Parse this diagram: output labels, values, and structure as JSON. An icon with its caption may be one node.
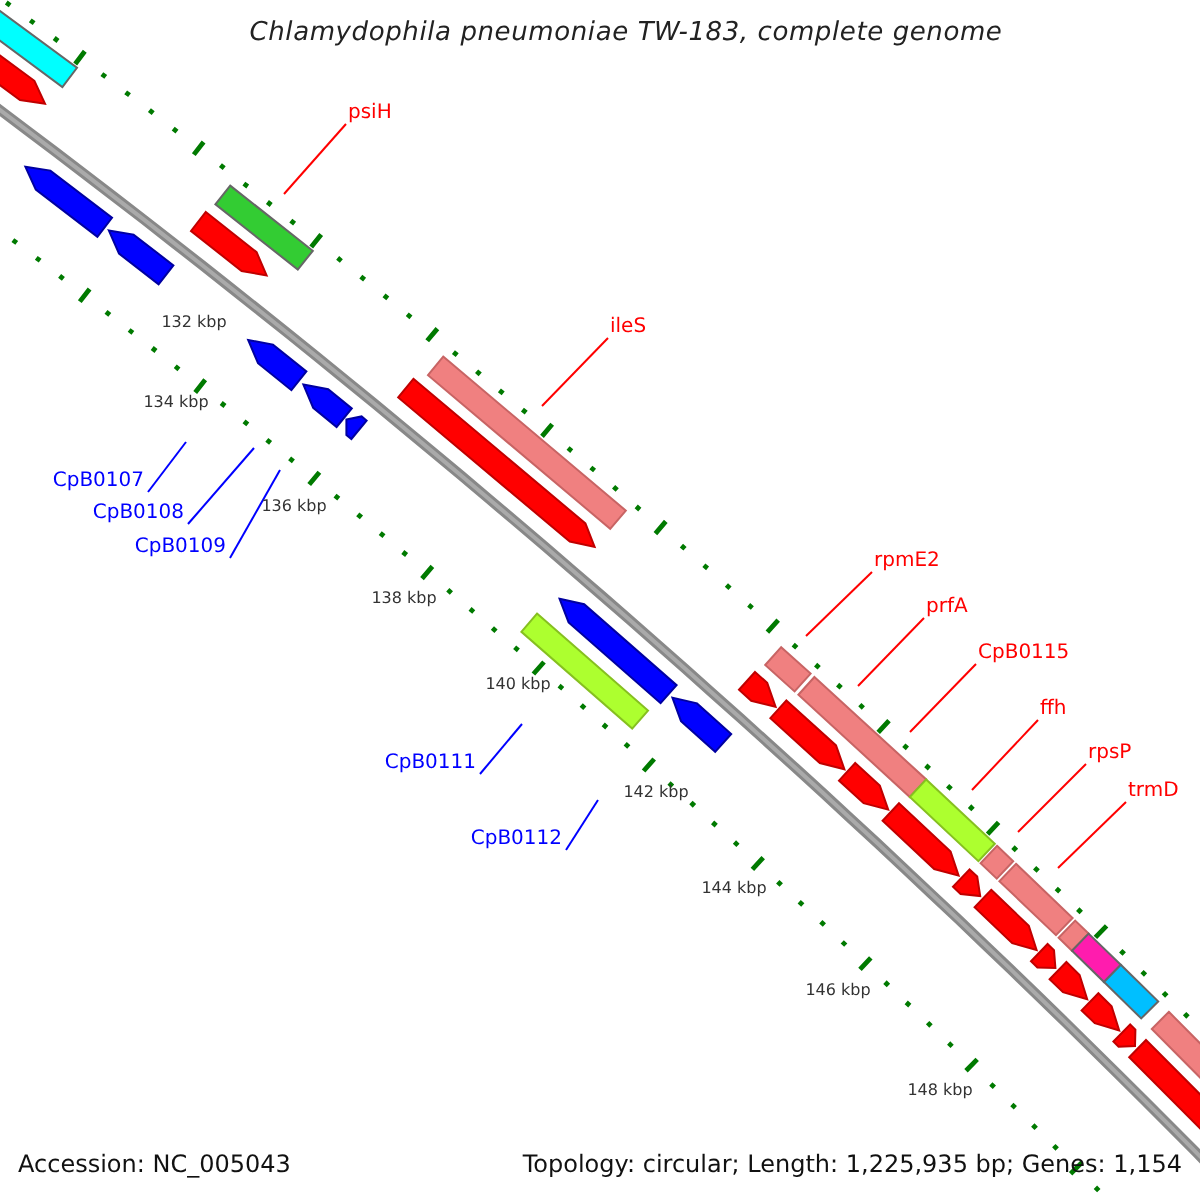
{
  "diagram": {
    "title": "Chlamydophila pneumoniae TW-183, complete genome",
    "nodes": [
      {
        "text": [
          "psiH"
        ]
      },
      {
        "text": [
          "ileS"
        ]
      },
      {
        "text": [
          "CpB0107"
        ]
      },
      {
        "text": [
          "CpB0108"
        ]
      },
      {
        "text": [
          "CpB0109"
        ]
      },
      {
        "text": [
          "rpmE2"
        ]
      },
      {
        "text": [
          "prfA"
        ]
      },
      {
        "text": [
          "CpB0115"
        ]
      },
      {
        "text": [
          "ffh"
        ]
      },
      {
        "text": [
          "rpsP"
        ]
      },
      {
        "text": [
          "CpB0111"
        ]
      },
      {
        "text": [
          "trmD"
        ]
      },
      {
        "text": [
          "CpB0112"
        ]
      }
    ],
    "edges": [
      {
        "from": 0,
        "to": null,
        "arrow": "none"
      },
      {
        "from": 1,
        "to": null,
        "arrow": "none"
      },
      {
        "from": 2,
        "to": null,
        "arrow": "none",
        "color": "#0000ff"
      },
      {
        "from": 3,
        "to": null,
        "arrow": "none",
        "color": "#0000ff"
      },
      {
        "from": 4,
        "to": null,
        "arrow": "none",
        "color": "#0000ff"
      },
      {
        "from": 5,
        "to": null,
        "arrow": "none"
      },
      {
        "from": 6,
        "to": null,
        "arrow": "none"
      },
      {
        "from": 7,
        "to": null,
        "arrow": "none"
      },
      {
        "from": 8,
        "to": null,
        "arrow": "none"
      },
      {
        "from": 9,
        "to": null,
        "arrow": "none"
      },
      {
        "from": 10,
        "to": null,
        "arrow": "none",
        "color": "#0000ff"
      },
      {
        "from": 11,
        "to": null,
        "arrow": "none"
      },
      {
        "from": 12,
        "to": null,
        "arrow": "none",
        "color": "#0000ff"
      }
    ],
    "labels": [
      "132 kbp",
      "134 kbp",
      "136 kbp",
      "138 kbp",
      "140 kbp",
      "142 kbp",
      "144 kbp",
      "146 kbp",
      "148 kbp",
      "Accession: NC_005043",
      "Topology: circular; Length: 1,225,935 bp; Genes: 1,154"
    ]
  }
}
